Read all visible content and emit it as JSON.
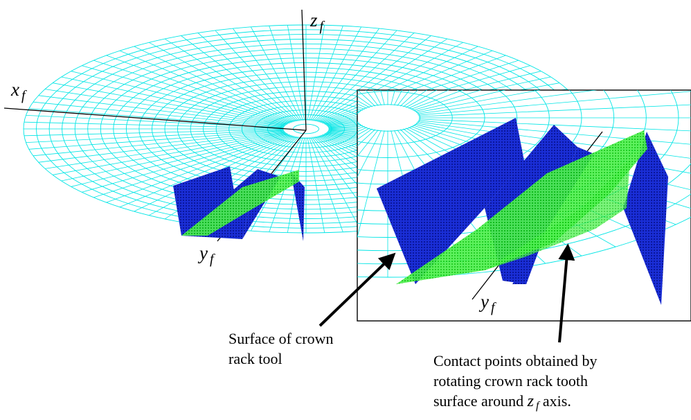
{
  "axes": {
    "x_var": "x",
    "x_sub": "f",
    "y_var": "y",
    "y_sub": "f",
    "z_var": "z",
    "z_sub": "f"
  },
  "callouts": {
    "left_line1": "Surface of crown",
    "left_line2": "rack tool",
    "right_line1": "Contact points obtained by",
    "right_line2": "rotating crown rack tooth",
    "right_line3_pre": "surface around",
    "right_line3_var": "z",
    "right_line3_sub": "f",
    "right_line3_post": "axis."
  },
  "colors": {
    "mesh": "#00e5e5",
    "rack_surface": "#1428c8",
    "contact_points": "#22ee22",
    "lines": "#000000"
  }
}
